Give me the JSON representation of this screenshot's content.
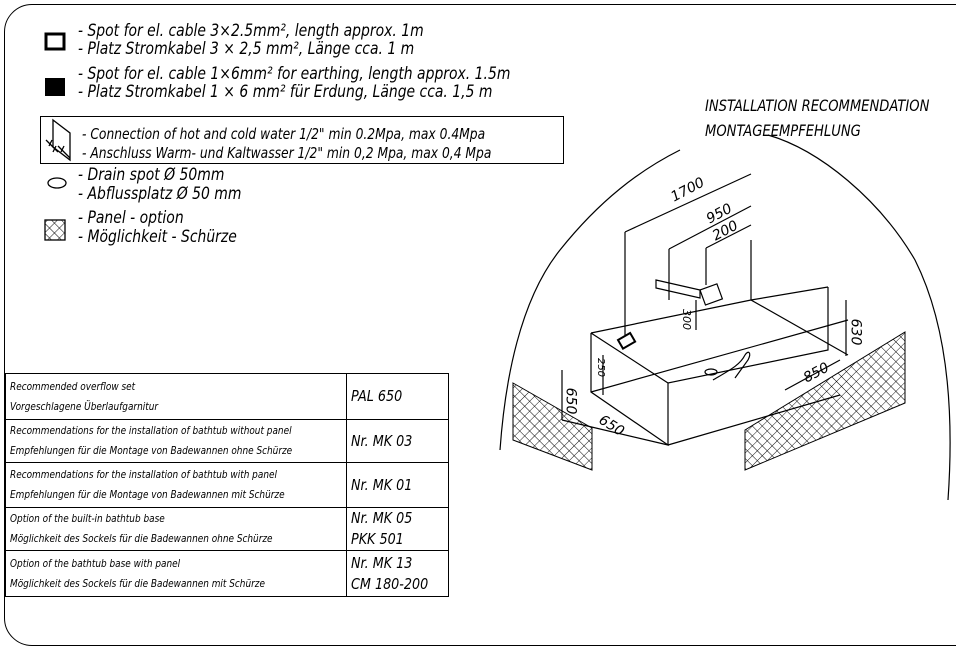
{
  "legend": {
    "cable_3x25": [
      "- Spot for el. cable 3×2.5mm², length approx. 1m",
      "- Platz Stromkabel 3 × 2,5 mm², Länge cca. 1 m"
    ],
    "cable_1x6": [
      "- Spot for el. cable 1×6mm² for earthing, length approx. 1.5m",
      "- Platz Stromkabel 1 × 6 mm² für Erdung, Länge cca. 1,5 m"
    ],
    "water": [
      "- Connection of hot and cold water 1/2\" min 0.2Mpa, max 0.4Mpa",
      "- Anschluss Warm- und Kaltwasser 1/2\" min 0,2 Mpa, max 0,4 Mpa"
    ],
    "drain": [
      "- Drain spot Ø 50mm",
      "- Abflussplatz Ø 50 mm"
    ],
    "panel": [
      "- Panel - option",
      "- Möglichkeit - Schürze"
    ]
  },
  "heading": [
    "INSTALLATION RECOMMENDATION",
    "MONTAGEEMPFEHLUNG"
  ],
  "dimensions": {
    "d1700": "1700",
    "d950": "950",
    "d200": "200",
    "d300": "300",
    "d630": "630",
    "d850": "850",
    "d650a": "650",
    "d650b": "650",
    "d250": "250"
  },
  "table": [
    {
      "en": "Recommended overflow set",
      "de": "Vorgeschlagene Überlaufgarnitur",
      "code": [
        "PAL 650"
      ]
    },
    {
      "en": "Recommendations for the installation of bathtub without panel",
      "de": "Empfehlungen für die Montage von Badewannen ohne Schürze",
      "code": [
        "Nr. MK 03"
      ]
    },
    {
      "en": "Recommendations for the installation of bathtub with panel",
      "de": "Empfehlungen für die Montage von Badewannen mit Schürze",
      "code": [
        "Nr. MK 01"
      ]
    },
    {
      "en": "Option of the built-in bathtub base",
      "de": "Möglichkeit des Sockels für die Badewannen ohne Schürze",
      "code": [
        "Nr. MK 05",
        "PKK 501"
      ]
    },
    {
      "en": "Option of the bathtub base with panel",
      "de": "Möglichkeit des Sockels für die Badewannen mit Schürze",
      "code": [
        "Nr. MK 13",
        "CM 180-200"
      ]
    }
  ]
}
